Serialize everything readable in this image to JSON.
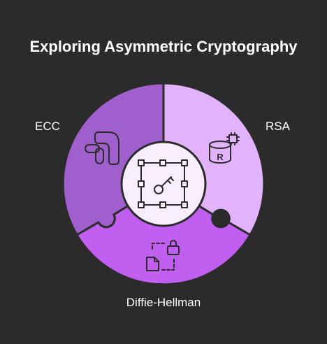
{
  "title": "Exploring Asymmetric Cryptography",
  "segments": [
    {
      "label": "ECC",
      "color": "#9f5fcc",
      "icon": "ecc-curve-icon"
    },
    {
      "label": "RSA",
      "color": "#e2b3fb",
      "icon": "rsa-chip-database-icon"
    },
    {
      "label": "Diffie-Hellman",
      "color": "#c15ff0",
      "icon": "key-exchange-lock-icon"
    }
  ],
  "center": {
    "color": "#f8eefd",
    "icon": "key-chip-icon"
  },
  "colors": {
    "background": "#2b2b2b",
    "outline": "#2b2b2b",
    "text": "#ffffff"
  }
}
